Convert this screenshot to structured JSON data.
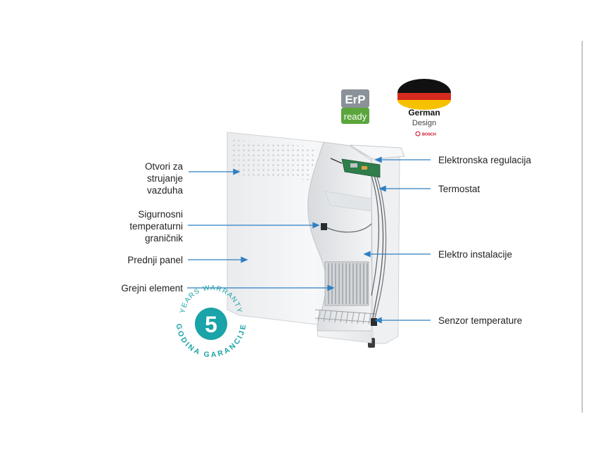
{
  "badges": {
    "erp": {
      "top": "ErP",
      "bottom": "ready",
      "top_color": "#8a9199",
      "bottom_color": "#5aa63c"
    },
    "german_design": {
      "line1": "German",
      "line2": "Design",
      "brand": "BOSCH",
      "flag_colors": [
        "#111111",
        "#d52b1e",
        "#f6c100"
      ]
    }
  },
  "warranty": {
    "number": "5",
    "outer_text": "YEARS WARRANTY",
    "inner_text": "GODINA GARANCIJE",
    "color": "#1aa3a8"
  },
  "callouts_left": [
    {
      "name": "air-vents-label",
      "lines": [
        "Otvori za",
        "strujanje",
        "vazduha"
      ]
    },
    {
      "name": "safety-limiter-label",
      "lines": [
        "Sigurnosni",
        "temperaturni",
        "graničnik"
      ]
    },
    {
      "name": "front-panel-label",
      "lines": [
        "Prednji panel"
      ]
    },
    {
      "name": "heating-element-label",
      "lines": [
        "Grejni element"
      ]
    }
  ],
  "callouts_right": [
    {
      "name": "electronic-regulation-label",
      "lines": [
        "Elektronska regulacija"
      ]
    },
    {
      "name": "thermostat-label",
      "lines": [
        "Termostat"
      ]
    },
    {
      "name": "electrical-installation-label",
      "lines": [
        "Elektro instalacije"
      ]
    },
    {
      "name": "temperature-sensor-label",
      "lines": [
        "Senzor temperature"
      ]
    }
  ],
  "colors": {
    "leader_line": "#2f7fc1",
    "panel": "#f1f2f3",
    "panel_edge": "#cfd3d6"
  }
}
